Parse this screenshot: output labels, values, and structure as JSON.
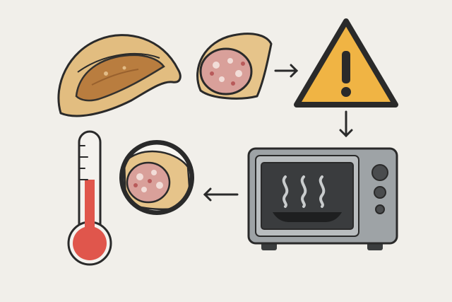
{
  "diagram": {
    "steps": [
      {
        "icon": "whole-dumpling-icon"
      },
      {
        "icon": "cut-dumpling-icon"
      },
      {
        "icon": "warning-icon"
      },
      {
        "icon": "microwave-icon"
      },
      {
        "icon": "magnified-dumpling-icon"
      },
      {
        "icon": "thermometer-icon"
      }
    ],
    "connections": [
      "arrow-right",
      "arrow-down",
      "arrow-left"
    ],
    "colors": {
      "background": "#f1efea",
      "dough": "#e4c084",
      "filling": "#d9a09a",
      "warning": "#f0b444",
      "microwave": "#9ea3a6",
      "thermometer_fluid": "#e0564c",
      "outline": "#2a2a2a"
    }
  }
}
